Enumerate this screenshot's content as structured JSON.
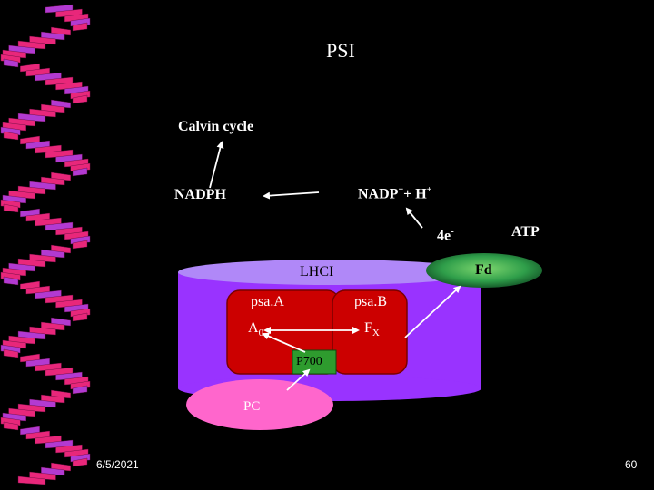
{
  "slide": {
    "title": "PSI",
    "date": "6/5/2021",
    "page_number": "60"
  },
  "labels": {
    "calvin_cycle": "Calvin cycle",
    "nadph": "NADPH",
    "nadp_base": "NADP",
    "nadp_sup": "+",
    "nadp_rest": "+ H",
    "h_sup": "+",
    "electrons_base": "4e",
    "electrons_sup": "-",
    "atp": "ATP",
    "fd": "Fd",
    "lhci": "LHCI",
    "psaa": "psa.A",
    "psab": "psa.B",
    "a0_base": "A",
    "a0_sub": "0",
    "fx_base": "F",
    "fx_sub": "X",
    "p700": "P700",
    "pc": "PC"
  },
  "colors": {
    "background": "#000000",
    "complex_body": "#9933ff",
    "complex_top": "#b088f8",
    "subunit_red": "#cc0000",
    "p700_green": "#2e9b2e",
    "pc_pink": "#ff66cc",
    "fd_green": "#2f9e4a",
    "helix_magenta": "#e8277a",
    "helix_violet": "#b23ad1"
  }
}
